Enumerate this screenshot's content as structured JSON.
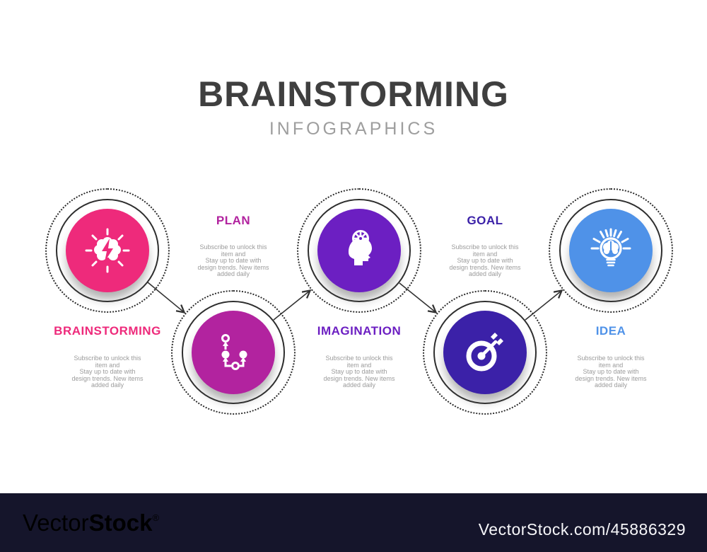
{
  "title": "BRAINSTORMING",
  "subtitle": "INFOGRAPHICS",
  "colors": {
    "title": "#3f3f3f",
    "subtitle": "#9e9e9e",
    "desc": "#9b9b9b",
    "bar": "#15152b",
    "line": "#333333"
  },
  "steps": [
    {
      "label": "BRAINSTORMING",
      "color": "#ee2a7b",
      "icon": "brainstorm-icon",
      "desc": "Subscribe to unlock this\nitem and\nStay up to date with\ndesign trends. New items\nadded daily"
    },
    {
      "label": "PLAN",
      "color": "#b2239f",
      "icon": "plan-icon",
      "desc": "Subscribe to unlock this\nitem and\nStay up to date with\ndesign trends. New items\nadded daily"
    },
    {
      "label": "IMAGINATION",
      "color": "#6c1fc2",
      "icon": "imagination-icon",
      "desc": "Subscribe to unlock this\nitem and\nStay up to date with\ndesign trends. New items\nadded daily"
    },
    {
      "label": "GOAL",
      "color": "#3b21a8",
      "icon": "goal-icon",
      "desc": "Subscribe to unlock this\nitem and\nStay up to date with\ndesign trends. New items\nadded daily"
    },
    {
      "label": "IDEA",
      "color": "#4f92e8",
      "icon": "idea-icon",
      "desc": "Subscribe to unlock this\nitem and\nStay up to date with\ndesign trends. New items\nadded daily"
    }
  ],
  "watermark": {
    "brand_light": "Vector",
    "brand_bold": "Stock",
    "registered": "®",
    "item_url": "VectorStock.com/45886329"
  }
}
